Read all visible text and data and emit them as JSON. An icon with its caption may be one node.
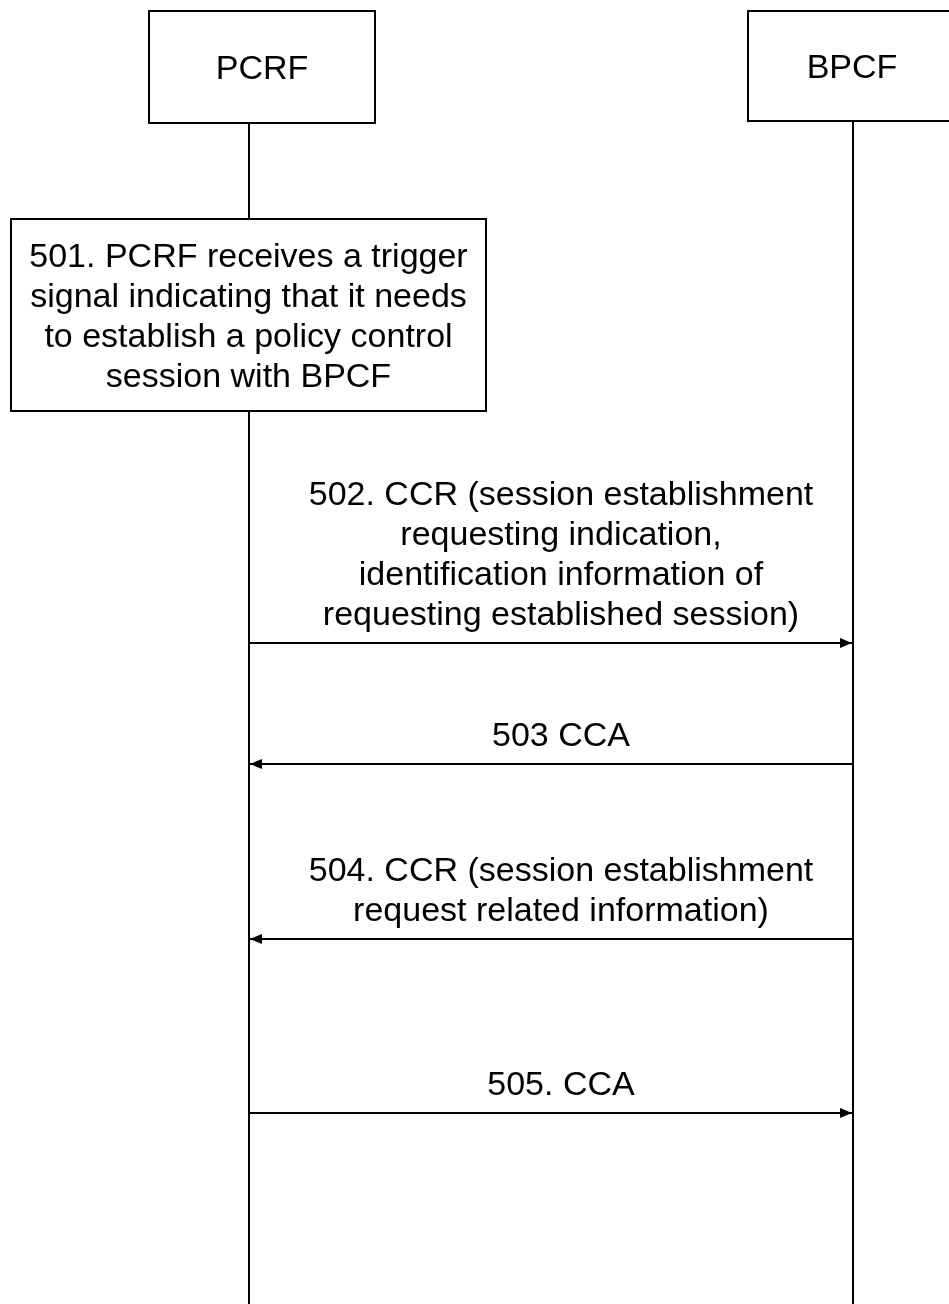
{
  "diagram": {
    "nodes": [
      {
        "text": [
          "PCRF"
        ]
      },
      {
        "text": [
          "BPCF"
        ]
      },
      {
        "text": [
          "501. PCRF receives a trigger signal indicating that it needs to establish a policy control session with BPCF"
        ]
      },
      {
        "text": [],
        "shape": "bar"
      },
      {
        "text": [],
        "shape": "bar"
      }
    ],
    "edges": [
      {
        "from": 0,
        "to": 2,
        "arrow": "none"
      },
      {
        "from": 3,
        "to": 4,
        "arrow": "to",
        "label": "502. CCR (session establishment requesting indication, identification information of requesting established session)"
      },
      {
        "from": 4,
        "to": 3,
        "arrow": "to",
        "label": "503 CCA"
      },
      {
        "from": 4,
        "to": 3,
        "arrow": "to",
        "label": "504. CCR (session establishment request related information)"
      },
      {
        "from": 3,
        "to": 4,
        "arrow": "to",
        "label": "505. CCA"
      }
    ]
  }
}
